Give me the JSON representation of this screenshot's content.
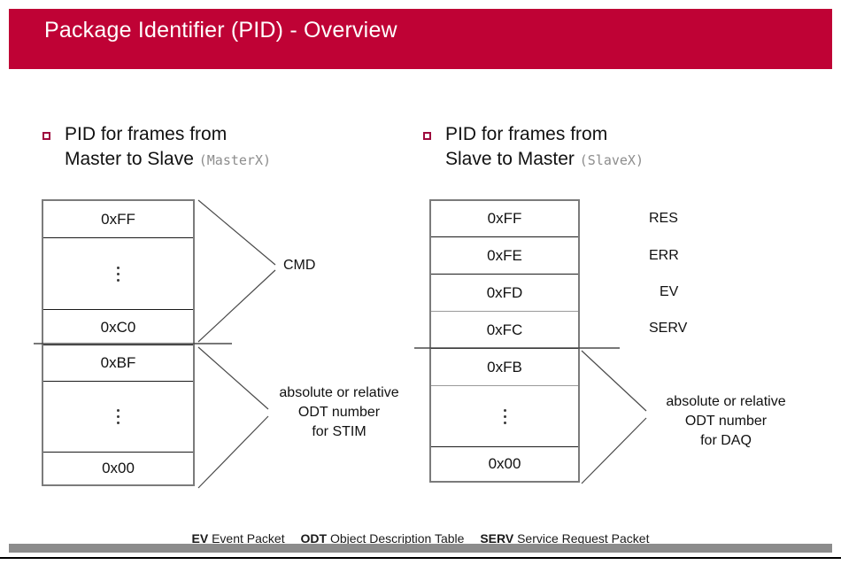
{
  "slide": {
    "title": "Package Identifier (PID) - Overview",
    "banner_color": "#bf0235"
  },
  "headings": [
    {
      "bullet": "square-bullet",
      "line1": "PID for frames from",
      "line2": "Master to Slave",
      "sub": "(MasterX)"
    },
    {
      "bullet": "square-bullet",
      "line1": "PID for frames from",
      "line2": "Slave to Master",
      "sub": "(SlaveX)"
    }
  ],
  "left_table": {
    "rows": [
      {
        "label": "0xFF",
        "type": "value"
      },
      {
        "label": "⋮",
        "type": "ellipsis"
      },
      {
        "label": "0xC0",
        "type": "value"
      },
      {
        "label": "0xBF",
        "type": "value"
      },
      {
        "label": "⋮",
        "type": "ellipsis"
      },
      {
        "label": "0x00",
        "type": "value"
      }
    ]
  },
  "right_table": {
    "rows": [
      {
        "label": "0xFF",
        "type": "value"
      },
      {
        "label": "0xFE",
        "type": "value"
      },
      {
        "label": "0xFD",
        "type": "value"
      },
      {
        "label": "0xFC",
        "type": "value"
      },
      {
        "label": "0xFB",
        "type": "value"
      },
      {
        "label": "⋮",
        "type": "ellipsis"
      },
      {
        "label": "0x00",
        "type": "value"
      }
    ]
  },
  "left_annotations": {
    "cmd": "CMD",
    "stim_line1": "absolute or relative",
    "stim_line2": "ODT number",
    "stim_line3": "for STIM"
  },
  "right_side_labels": [
    "RES",
    "ERR",
    "EV",
    "SERV"
  ],
  "right_annotations": {
    "daq_line1": "absolute or relative",
    "daq_line2": "ODT number",
    "daq_line3": "for DAQ"
  },
  "footer": {
    "ev_abbr": "EV",
    "ev_text": "Event Packet",
    "odt_abbr": "ODT",
    "odt_text": "Object Description Table",
    "serv_abbr": "SERV",
    "serv_text": "Service Request Packet"
  }
}
